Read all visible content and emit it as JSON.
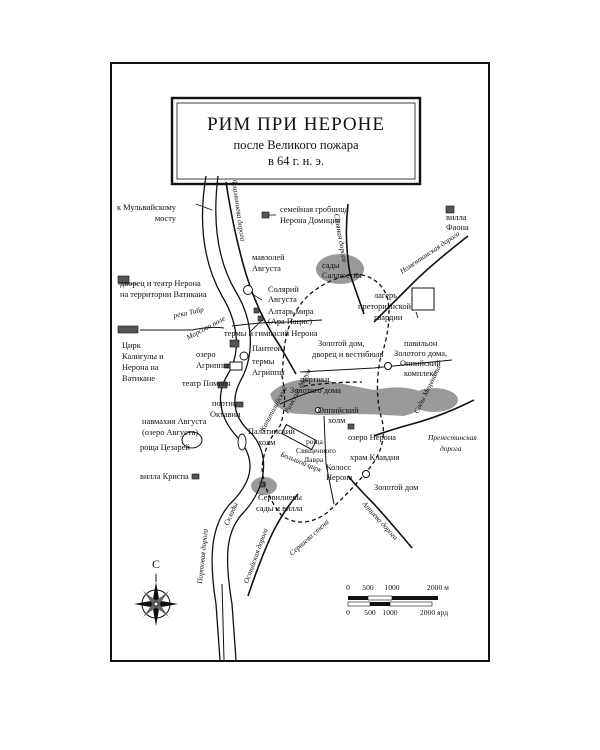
{
  "title": {
    "main": "РИМ ПРИ НЕРОНЕ",
    "line2": "после Великого пожара",
    "line3": "в 64 г. н. э."
  },
  "labels": {
    "mulvian_bridge_1": "к Мульвийскому",
    "mulvian_bridge_2": "мосту",
    "tomb_1": "семейная гробница",
    "tomb_2": "Нерона Домиция",
    "villa_phaon_1": "вилла",
    "villa_phaon_2": "Фаона",
    "mausoleum_1": "мавзолей",
    "mausoleum_2": "Августа",
    "vatican_palace_1": "дворец и театр Нерона",
    "vatican_palace_2": "на территории Ватикана",
    "gardens_sallust_1": "сады",
    "gardens_sallust_2": "Саллюстия",
    "solarium_1": "Солярий",
    "solarium_2": "Августа",
    "ara_pacis_1": "Алтарь мира",
    "ara_pacis_2": "(Ара Пацис)",
    "campus_martius": "Марсово поле",
    "river_tiber": "река Тибр",
    "praetorian_1": "лагерь",
    "praetorian_2": "преторианской",
    "praetorian_3": "гвардии",
    "circus_1": "Цирк",
    "circus_2": "Калигулы и",
    "circus_3": "Нерона на",
    "circus_4": "Ватикане",
    "thermae_nero": "термы и гимнасий Нерона",
    "pantheon": "Пантеон",
    "lake_agrippa_1": "озеро",
    "lake_agrippa_2": "Агриппы",
    "thermae_agrippa_1": "термы",
    "thermae_agrippa_2": "Агриппы",
    "golden_house_1": "Золотой дом,",
    "golden_house_2": "дворец и вестибюль",
    "pavilion_1": "павильон",
    "pavilion_2": "Золотого дома,",
    "pavilion_3": "Оппийский",
    "pavilion_4": "комплекс",
    "theatre_pompey": "театр Помпея",
    "porticus_octavia_1": "портик",
    "porticus_octavia_2": "Октавии",
    "porticoes_1": "портики",
    "porticoes_2": "Золотого дома",
    "oppian_hill_1": "Оппийский",
    "oppian_hill_2": "холм",
    "naumachia_1": "навмахия Августа",
    "naumachia_2": "(озеро Августа)",
    "grove_caesars": "роща Цезарей",
    "palatine_1": "Палатинский",
    "palatine_2": "холм",
    "grove_lavra_1": "роща",
    "grove_lavra_2": "Священного",
    "grove_lavra_3": "Лавра",
    "lake_nero": "озеро Нерона",
    "temple_claudius": "храм Клавдия",
    "colossus_1": "Колосс",
    "colossus_2": "Нерона",
    "villa_crispus": "вилла Криспа",
    "golden_house_far": "Золотой дом",
    "servilian_1": "Сервилиевы",
    "servilian_2": "сады и вилла",
    "compass_north": "С"
  },
  "roads": {
    "flaminia": "Фламиниева дорога",
    "salaria": "Соляная дорога",
    "nomentana": "Номентанская дорога",
    "praenestina_1": "Пренестинская",
    "praenestina_2": "дорога",
    "appia": "Аппиева дорога",
    "ostia": "Остийская дорога",
    "portus": "Портовая дорога",
    "servian_wall": "Сервиева стена",
    "circus_maximus": "Большой цирк",
    "forum": "Римский форум",
    "capitol": "Капитолийский",
    "warehouses": "Склады",
    "maecenas": "Сады Мецената"
  },
  "scale": {
    "m_ticks": [
      "0",
      "500",
      "1000",
      "2000 м"
    ],
    "yd_ticks": [
      "0",
      "500",
      "1000",
      "2000 ярд"
    ]
  }
}
